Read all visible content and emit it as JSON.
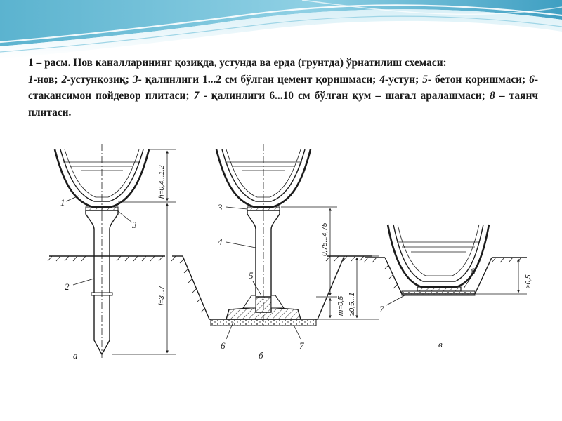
{
  "caption": {
    "line1": "1 – расм. Нов каналларининг қозиқда, устунда ва ерда  (грунтда) ўрнатилиш схемаси:",
    "legend": [
      {
        "num": "1",
        "text": "-нов;   "
      },
      {
        "num": "2",
        "text": "-устунқозиқ; "
      },
      {
        "num": "3",
        "text": "- қалинлиги 1...2 см бўлган цемент қоришмаси; "
      },
      {
        "num": "4",
        "text": "-устун; "
      },
      {
        "num": "5",
        "text": "- бетон қоришмаси; "
      },
      {
        "num": "6",
        "text": "-стакансимон пойдевор плитаси; "
      },
      {
        "num": "7",
        "text": " - қалинлиги 6...10 см бўлган қум – шағал аралашмаси; "
      },
      {
        "num": "8",
        "text": " – таянч плитаси."
      }
    ]
  },
  "figure": {
    "colors": {
      "ink": "#1c1c1c",
      "banner_dark": "#4aa8c8",
      "banner_light": "#bfe3ef"
    },
    "a": {
      "label": "а",
      "callouts": {
        "c1": "1",
        "c2": "2",
        "c3": "3"
      },
      "dims": {
        "h": "h=0,4...1,2",
        "l": "l=3...7"
      }
    },
    "b": {
      "label": "б",
      "callouts": {
        "c3": "3",
        "c4": "4",
        "c5": "5",
        "c6": "6",
        "c7": "7"
      },
      "dims": {
        "top": "0,75...4,75",
        "m": "m=0,5",
        "depth": "≥0,5...1"
      }
    },
    "v": {
      "label": "в",
      "callouts": {
        "c7": "7",
        "c8": "8"
      },
      "dims": {
        "depth": "≥0,5"
      }
    }
  }
}
